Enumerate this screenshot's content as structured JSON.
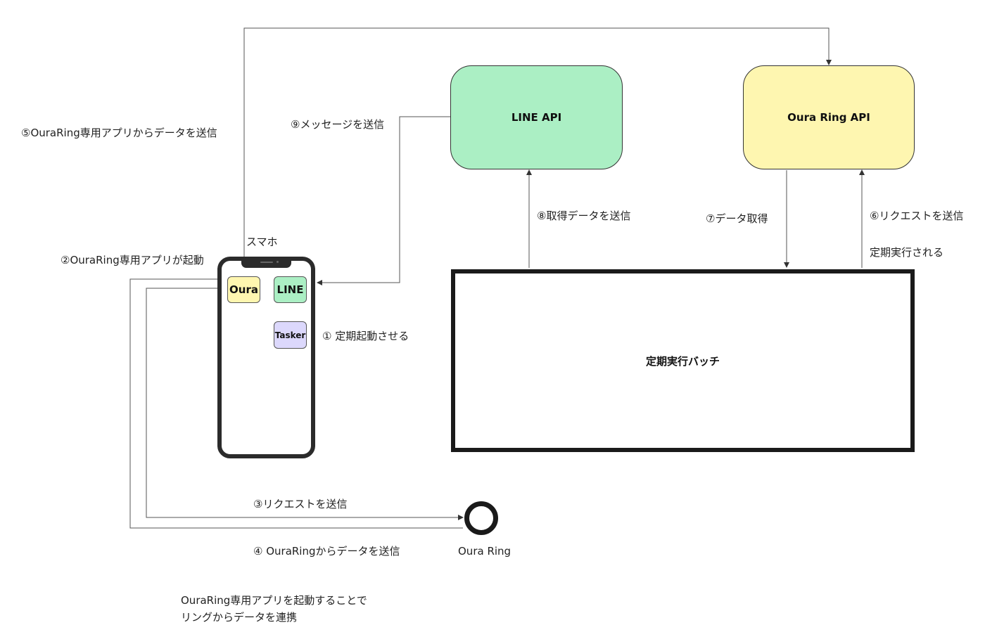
{
  "boxes": {
    "line_api": "LINE API",
    "oura_api": "Oura Ring API",
    "batch": "定期実行バッチ"
  },
  "phone": {
    "label": "スマホ",
    "apps": {
      "oura": "Oura",
      "line": "LINE",
      "tasker": "Tasker"
    }
  },
  "ring": {
    "label": "Oura Ring"
  },
  "steps": {
    "s1": "① 定期起動させる",
    "s2": "②OuraRing専用アプリが起動",
    "s3": "③リクエストを送信",
    "s4": "④ OuraRingからデータを送信",
    "s5": "⑤OuraRing専用アプリからデータを送信",
    "s6": "⑥リクエストを送信",
    "s6_sub": "定期実行される",
    "s7": "⑦データ取得",
    "s8": "⑧取得データを送信",
    "s9": "⑨メッセージを送信"
  },
  "note": {
    "line1": "OuraRing専用アプリを起動することで",
    "line2": "リングからデータを連携"
  },
  "colors": {
    "line_green": "#abefc4",
    "oura_yellow": "#fef6b0",
    "tasker_purple": "#dcd8fc"
  }
}
